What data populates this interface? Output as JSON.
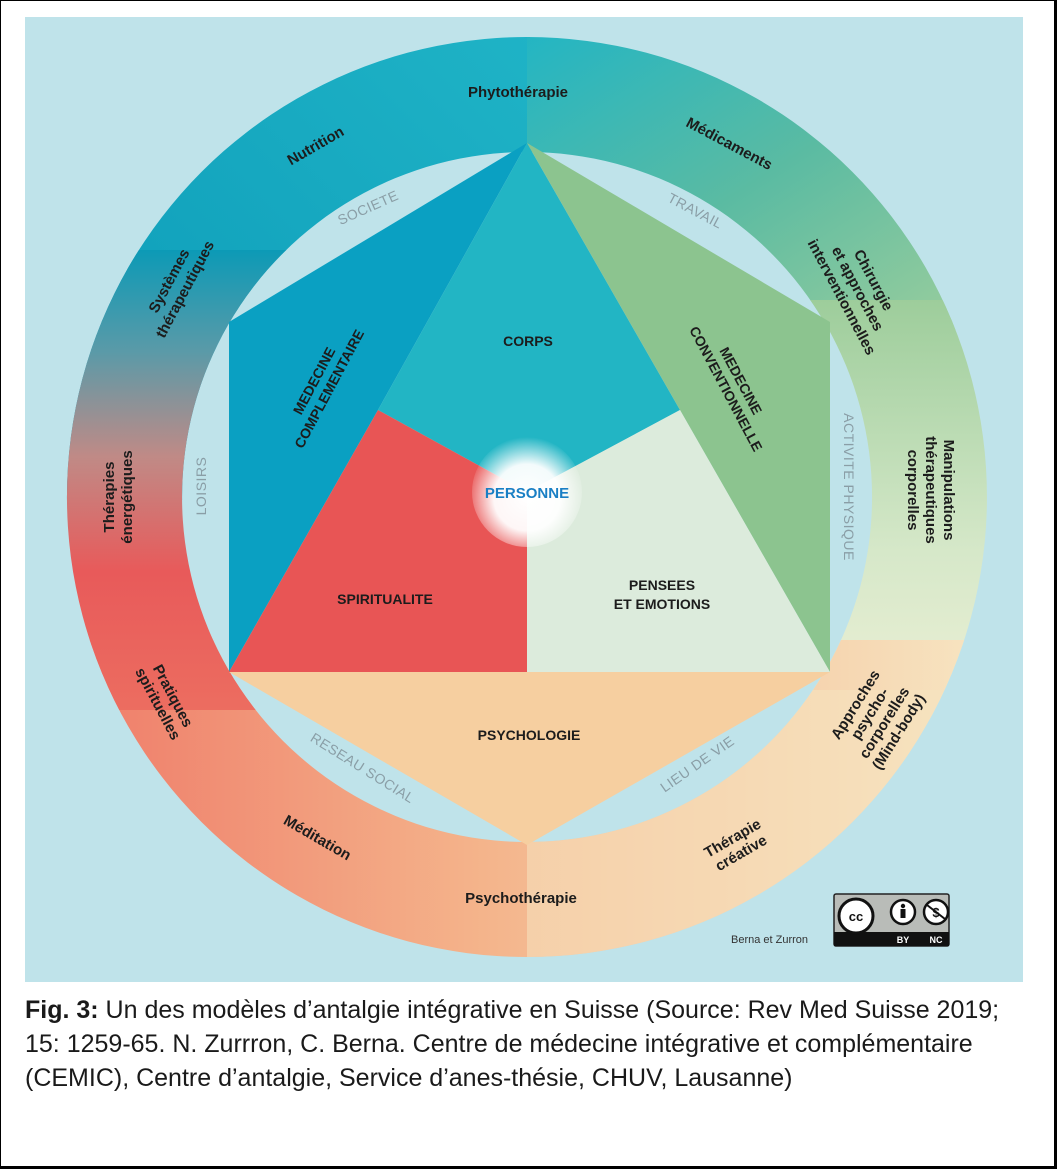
{
  "figure": {
    "center": "PERSONNE",
    "outer_ring": [
      {
        "label": "Phytothérapie"
      },
      {
        "label": "Médicaments"
      },
      {
        "label": "Chirurgie et approches interventionnelles",
        "lines": [
          "Chirurgie",
          "et approches",
          "interventionnelles"
        ]
      },
      {
        "label": "Manipulations thérapeutiques corporelles",
        "lines": [
          "Manipulations",
          "thérapeutiques",
          "corporelles"
        ]
      },
      {
        "label": "Approches psycho-corporelles (Mind-body)",
        "lines": [
          "Approches",
          "psycho-",
          "corporelles",
          "(Mind-body)"
        ]
      },
      {
        "label": "Thérapie créative",
        "lines": [
          "Thérapie",
          "créative"
        ]
      },
      {
        "label": "Psychothérapie"
      },
      {
        "label": "Méditation"
      },
      {
        "label": "Pratiques spirituelles",
        "lines": [
          "Pratiques",
          "spirituelles"
        ]
      },
      {
        "label": "Thérapies énergétiques",
        "lines": [
          "Thérapies",
          "énergétiques"
        ]
      },
      {
        "label": "Systèmes thérapeutiques",
        "lines": [
          "Systèmes",
          "thérapeutiques"
        ]
      },
      {
        "label": "Nutrition"
      }
    ],
    "context_ring": [
      {
        "label": "SOCIETE"
      },
      {
        "label": "TRAVAIL"
      },
      {
        "label": "ACTIVITE PHYSIQUE"
      },
      {
        "label": "LIEU DE VIE"
      },
      {
        "label": "RESEAU SOCIAL"
      },
      {
        "label": "LOISIRS"
      }
    ],
    "sectors": [
      {
        "label": "CORPS",
        "color": "#22b5c4"
      },
      {
        "label": "PENSEES ET EMOTIONS",
        "lines": [
          "PENSEES",
          "ET EMOTIONS"
        ],
        "color": "#dcebdc"
      },
      {
        "label": "SPIRITUALITE",
        "color": "#e85555"
      },
      {
        "label": "PSYCHOLOGIE",
        "color": "#f6cfa0"
      },
      {
        "label": "MEDECINE COMPLEMENTAIRE",
        "lines": [
          "MEDECINE",
          "COMPLEMENTAIRE"
        ],
        "color": "#0aa0c2"
      },
      {
        "label": "MEDECINE CONVENTIONNELLE",
        "lines": [
          "MEDECINE",
          "CONVENTIONNELLE"
        ],
        "color": "#8cc48f"
      }
    ],
    "credit": "Berna et Zurron",
    "license": {
      "badge": "cc",
      "terms": [
        "BY",
        "NC"
      ]
    },
    "colors": {
      "background": "#bfe3ea",
      "ring_teal": "#1fb1c6",
      "ring_green": "#9fcf9c",
      "ring_cream": "#f5e8c7",
      "ring_peach": "#f3b58e",
      "ring_red": "#e9525a",
      "center_text": "#1a7fc4"
    }
  },
  "caption": {
    "label": "Fig. 3:",
    "text": " Un des modèles d’antalgie intégrative en Suisse (Source: Rev Med Suisse 2019; 15: 1259-65. N. Zurrron, C. Berna. Centre de médecine intégrative et complémentaire (CEMIC), Centre d’antalgie, Service d’anes-thésie, CHUV, Lausanne)"
  }
}
